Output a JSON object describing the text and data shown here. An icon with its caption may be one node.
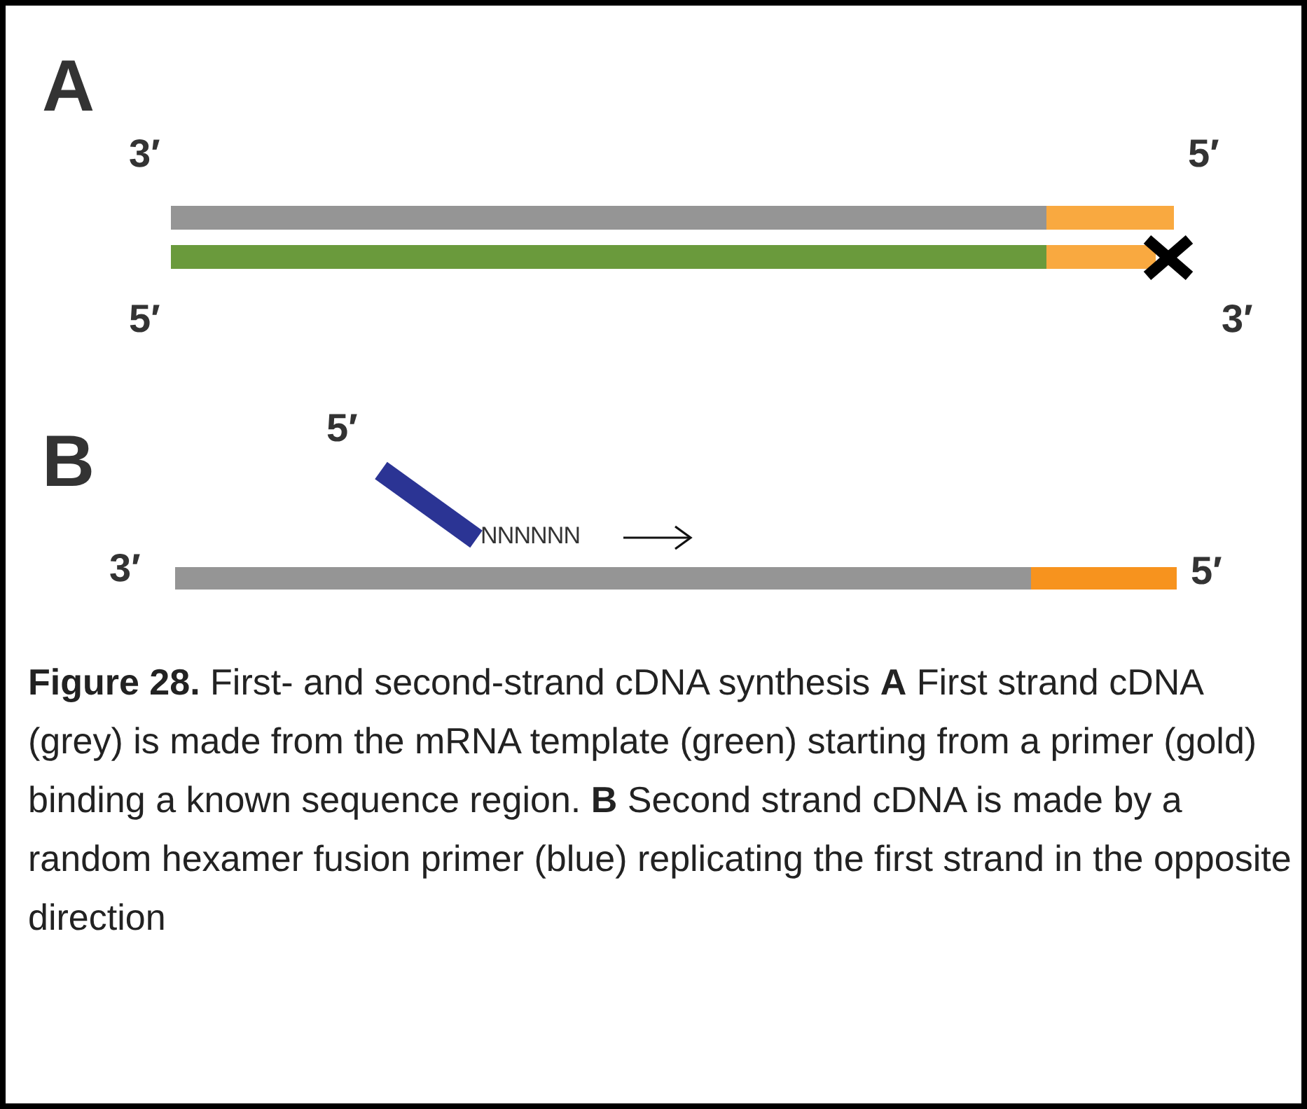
{
  "diagram": {
    "caption": "**Figure 28.** First- and second-strand cDNA synthesis **A** First strand cDNA (grey) is made from the mRNA template (green) starting from a primer (gold) binding a known sequence region. **B** Second strand cDNA is made by a random hexamer fusion primer (blue) replicating the first strand in the opposite direction",
    "labels": [
      "A",
      "3′",
      "5′",
      "5′",
      "3′",
      "B",
      "5′",
      "NNNNNN",
      "3′",
      "5′"
    ]
  }
}
